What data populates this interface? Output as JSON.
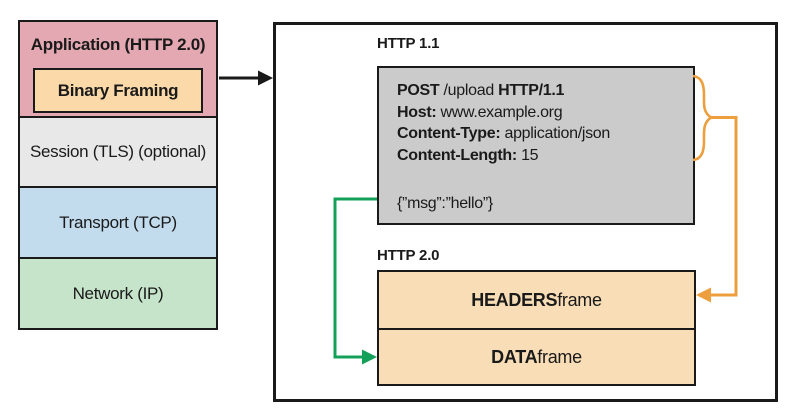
{
  "colors": {
    "application_pink": "#e4a8b2",
    "framing_tan": "#fbd9a8",
    "session_gray": "#e8e8e8",
    "transport_blue": "#c2dcee",
    "network_green": "#c5e4c9",
    "request_gray": "#cbcbcb",
    "frame_tan": "#f9ddb6",
    "arrow_green": "#13a15a",
    "arrow_orange": "#ee9f3d",
    "border_black": "#1a1a1a",
    "text_black": "#1a1a1a"
  },
  "stack": {
    "layers": [
      {
        "id": "application",
        "label": "Application (HTTP 2.0)"
      },
      {
        "id": "binary-framing",
        "label": "Binary Framing"
      },
      {
        "id": "session",
        "label": "Session (TLS) (optional)"
      },
      {
        "id": "transport",
        "label": "Transport (TCP)"
      },
      {
        "id": "network",
        "label": "Network (IP)"
      }
    ]
  },
  "detail": {
    "http11_label": "HTTP 1.1",
    "http2_label": "HTTP 2.0",
    "request": {
      "method": "POST",
      "path": " /upload ",
      "version": "HTTP/1.1",
      "host_key": "Host:",
      "host_value": " www.example.org",
      "content_type_key": "Content-Type:",
      "content_type_value": " application/json",
      "content_length_key": "Content-Length:",
      "content_length_value": " 15",
      "body": "{”msg”:”hello”}"
    },
    "frames": [
      {
        "id": "headers-frame",
        "bold_text": "HEADERS",
        "regular_text": " frame"
      },
      {
        "id": "data-frame",
        "bold_text": "DATA",
        "regular_text": " frame"
      }
    ]
  }
}
